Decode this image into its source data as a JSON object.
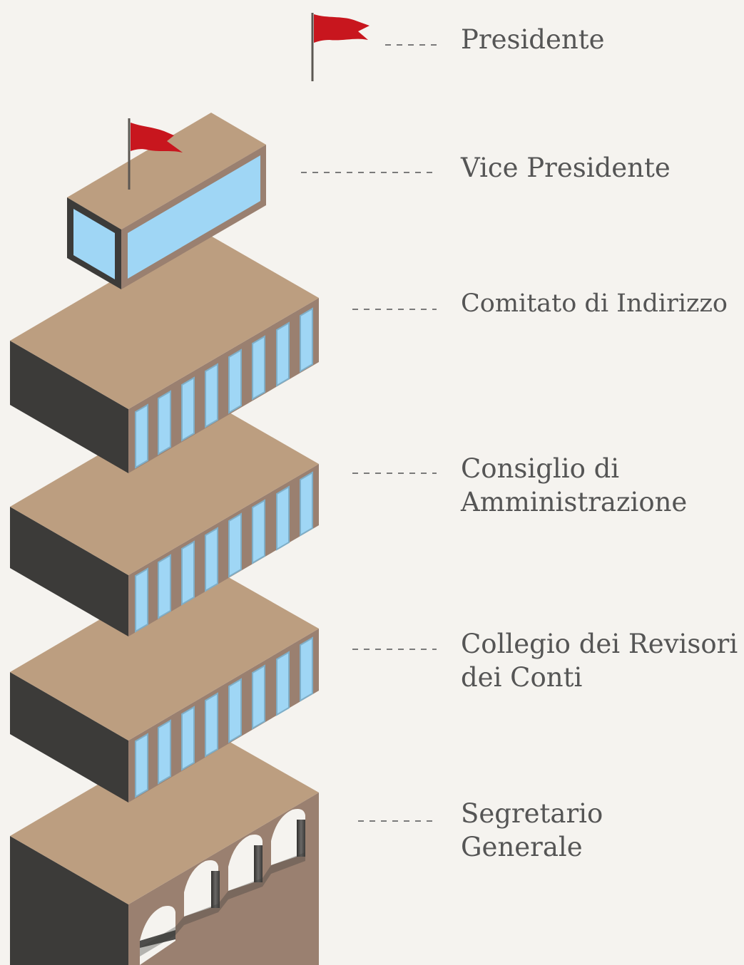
{
  "legend": {
    "flag_icon": "red-flag-icon",
    "presidente": "Presidente"
  },
  "levels": {
    "vice_presidente": "Vice Presidente",
    "comitato": "Comitato di Indirizzo",
    "consiglio": [
      "Consiglio di",
      "Amministrazione"
    ],
    "collegio": [
      "Collegio dei Revisori",
      "dei Conti"
    ],
    "segretario": [
      "Segretario",
      "Generale"
    ]
  },
  "colors": {
    "background": "#f5f3ef",
    "roof": "#bc9e80",
    "dark_side": "#3c3b39",
    "brown_face": "#9a8070",
    "window": "#9fd6f5",
    "flag_red": "#c8161e",
    "text": "#555555",
    "dash": "#7a7a7a"
  }
}
